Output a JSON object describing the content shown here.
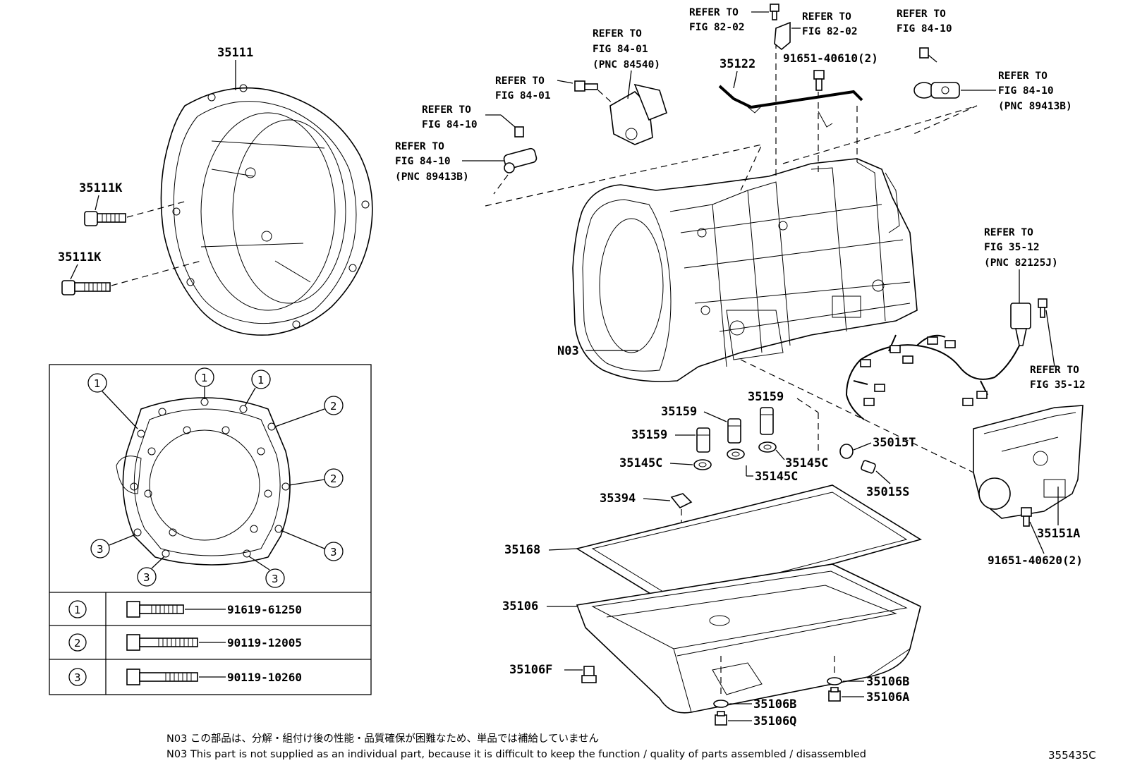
{
  "labels": {
    "converter_housing": "35111",
    "bolt_upper": "35111K",
    "bolt_lower": "35111K",
    "pipe": "35122",
    "bolt_91651_top": "91651-40610(2)",
    "trans_case": "N03",
    "pipe_a": "35159",
    "pipe_b": "35159",
    "pipe_c": "35159",
    "oring_a": "35145C",
    "oring_b": "35145C",
    "oring_c": "35145C",
    "oring_t": "35015T",
    "sensor_s": "35015S",
    "magnet": "35394",
    "gasket": "35168",
    "oil_pan": "35106",
    "drain_plug_f": "35106F",
    "gasket_b_right": "35106B",
    "plug_a": "35106A",
    "gasket_b_lower": "35106B",
    "plug_q": "35106Q",
    "cover": "35151A",
    "bolt_91651_bottom": "91651-40620(2)"
  },
  "references": {
    "ref_82_02_a": [
      "REFER TO",
      "FIG 82-02"
    ],
    "ref_82_02_b": [
      "REFER TO",
      "FIG 82-02"
    ],
    "ref_84_10_top": [
      "REFER TO",
      "FIG 84-10"
    ],
    "ref_84_01_pnc": [
      "REFER TO",
      "FIG 84-01",
      "(PNC 84540)"
    ],
    "ref_84_01": [
      "REFER TO",
      "FIG 84-01"
    ],
    "ref_84_10_left": [
      "REFER TO",
      "FIG 84-10"
    ],
    "ref_84_10_pnc_left": [
      "REFER TO",
      "FIG 84-10",
      "(PNC 89413B)"
    ],
    "ref_84_10_pnc_right": [
      "REFER TO",
      "FIG 84-10",
      "(PNC 89413B)"
    ],
    "ref_35_12_pnc": [
      "REFER TO",
      "FIG 35-12",
      "(PNC 82125J)"
    ],
    "ref_35_12": [
      "REFER TO",
      "FIG 35-12"
    ]
  },
  "bolt_table": {
    "rows": [
      {
        "mark": "1",
        "part": "91619-61250"
      },
      {
        "mark": "2",
        "part": "90119-12005"
      },
      {
        "mark": "3",
        "part": "90119-10260"
      }
    ]
  },
  "bolt_diagram_marks": [
    "1",
    "1",
    "1",
    "2",
    "2",
    "3",
    "3",
    "3",
    "3"
  ],
  "notes": {
    "jp": "N03  この部品は、分解・組付け後の性能・品質確保が困難なため、単品では補給していません",
    "en": "N03  This part is not supplied as an individual part, because it is difficult to keep the function / quality of parts assembled / disassembled"
  },
  "diagram_id": "355435C"
}
